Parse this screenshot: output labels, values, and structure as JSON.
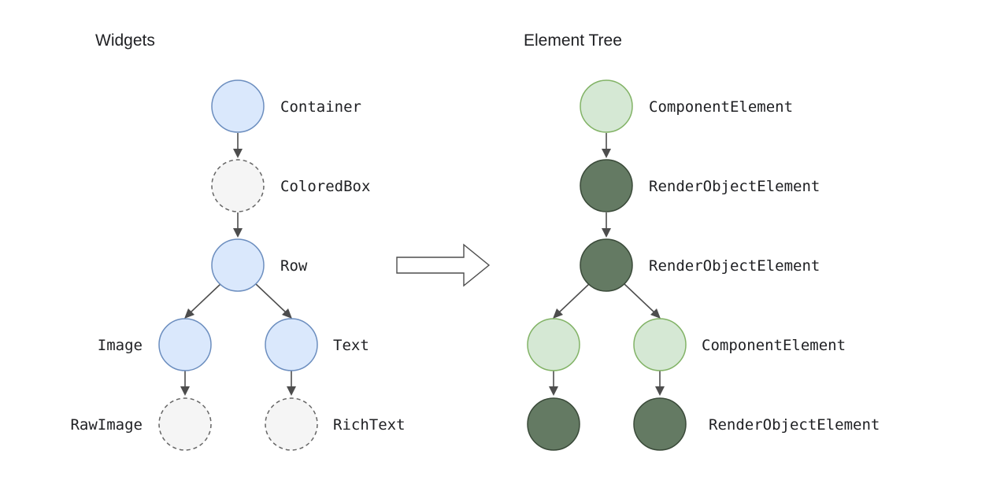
{
  "widgets": {
    "heading": "Widgets",
    "nodes": {
      "container": "Container",
      "colored_box": "ColoredBox",
      "row": "Row",
      "image": "Image",
      "text": "Text",
      "raw_image": "RawImage",
      "rich_text": "RichText"
    }
  },
  "element_tree": {
    "heading": "Element Tree",
    "nodes": {
      "component_1": "ComponentElement",
      "render_object_1": "RenderObjectElement",
      "render_object_2": "RenderObjectElement",
      "component_3": "ComponentElement",
      "render_object_4": "RenderObjectElement"
    }
  },
  "colors": {
    "widget_fill": "#dae8fc",
    "widget_stroke": "#6c8ebf",
    "render_widget_fill": "#f5f5f5",
    "render_widget_stroke": "#666666",
    "component_element_fill": "#d5e8d4",
    "component_element_stroke": "#82b366",
    "render_object_element_fill": "#647a63",
    "render_object_element_stroke": "#3a4a39"
  }
}
